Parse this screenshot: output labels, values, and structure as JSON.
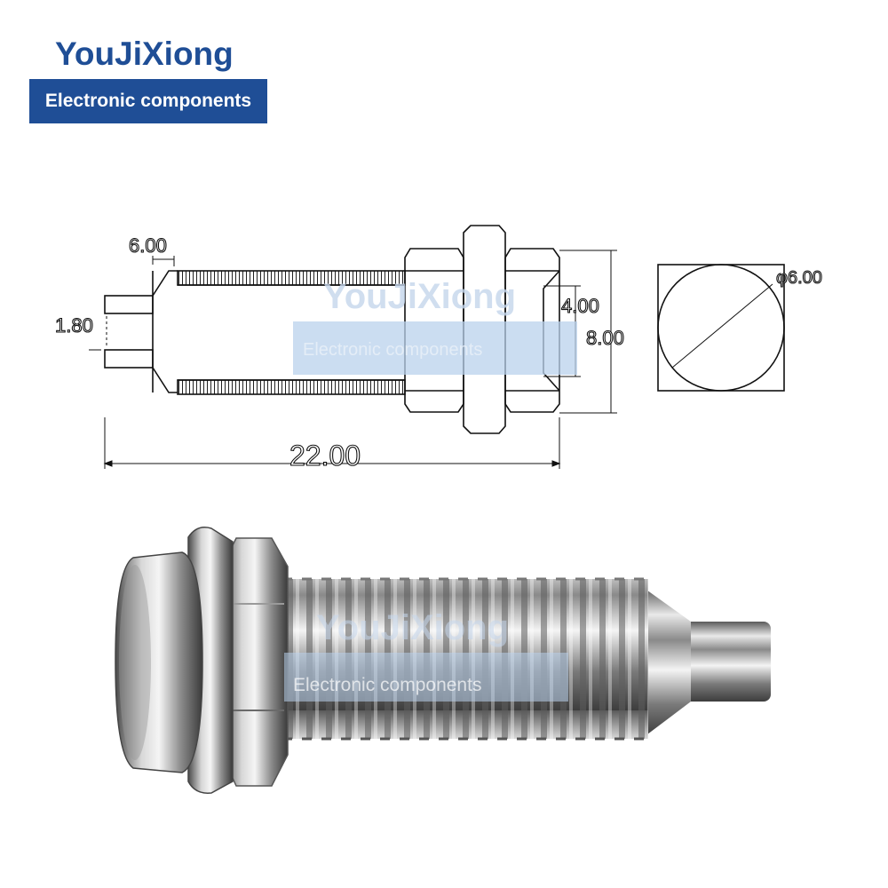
{
  "brand": {
    "name": "YouJiXiong",
    "tagline": "Electronic components"
  },
  "watermark": {
    "name": "YouJiXiong",
    "tagline": "Electronic components"
  },
  "drawing": {
    "dim_top_width": "6.00",
    "dim_pin_height": "1.80",
    "dim_inner_height": "4.00",
    "dim_outer_height": "8.00",
    "dim_total_length": "22.00",
    "dim_diameter": "φ6.00"
  },
  "colors": {
    "brand_blue": "#1f4e96",
    "watermark_blue": "#b9d2ec"
  }
}
